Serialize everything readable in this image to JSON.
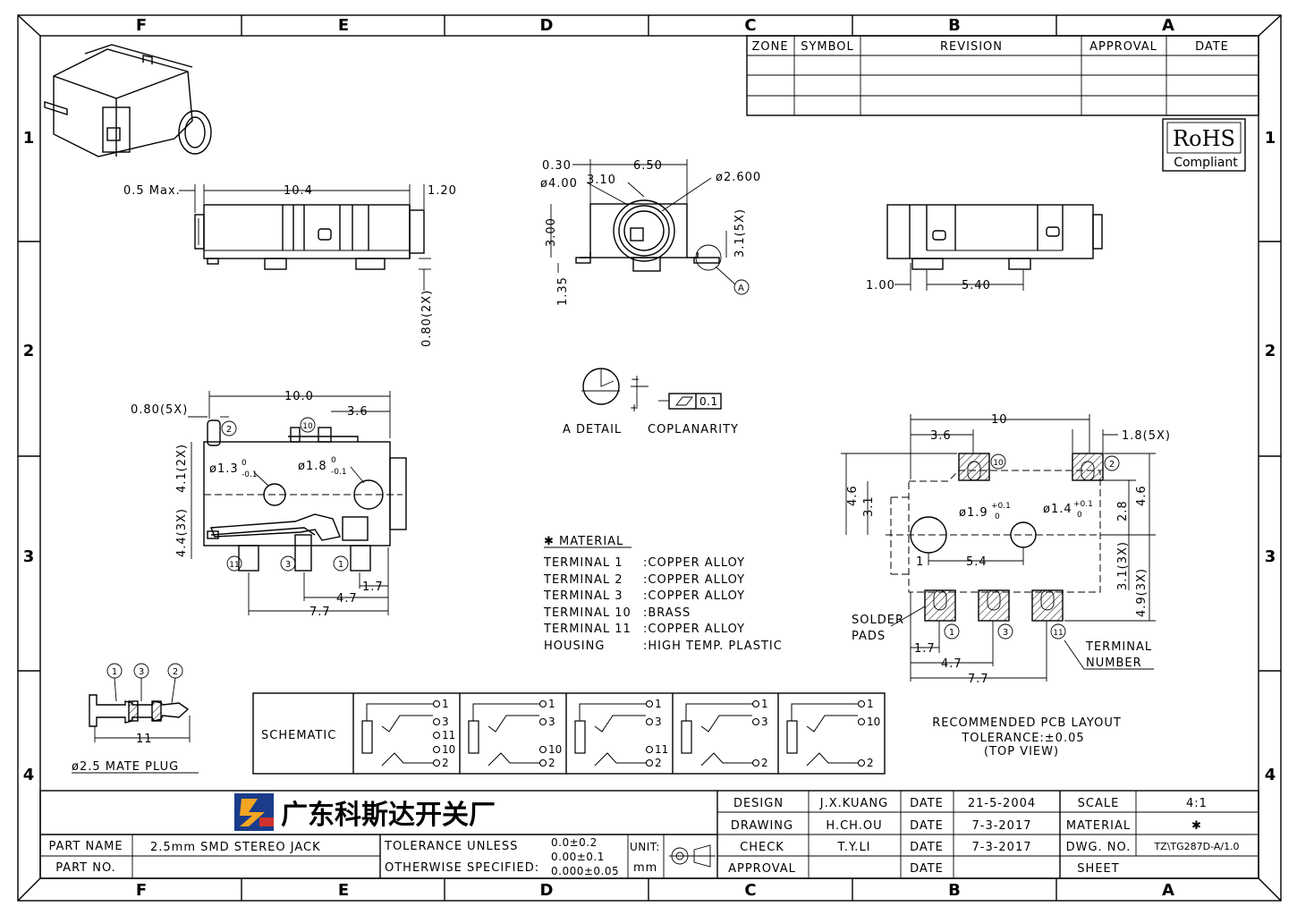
{
  "zones": {
    "columns": [
      "F",
      "E",
      "D",
      "C",
      "B",
      "A"
    ],
    "rows": [
      "1",
      "2",
      "3",
      "4"
    ]
  },
  "revision_table": {
    "headers": [
      "ZONE",
      "SYMBOL",
      "REVISION",
      "APPROVAL",
      "DATE"
    ]
  },
  "rohs": {
    "title": "RoHS",
    "subtitle": "Compliant"
  },
  "dims": {
    "front": {
      "max": "0.5 Max.",
      "len": "10.4",
      "right": "1.20",
      "pin": "0.80(2X)"
    },
    "side": {
      "a": "0.30",
      "b": "6.50",
      "c": "ø4.00",
      "d": "3.10",
      "e": "ø2.600",
      "h": "3.00",
      "f": "3.1(5X)",
      "g": "1.35",
      "ref": "A"
    },
    "back": {
      "a": "1.00",
      "b": "5.40"
    },
    "top": {
      "w": "10.0",
      "p": "0.80(5X)",
      "r": "3.6",
      "h1": "4.1(2X)",
      "h2": "4.4(3X)",
      "d1": "ø1.3",
      "d1tol_up": "0",
      "d1tol_dn": "-0.1",
      "d2": "ø1.8",
      "d2tol_up": "0",
      "d2tol_dn": "-0.1",
      "b1": "1.7",
      "b2": "4.7",
      "b3": "7.7"
    }
  },
  "detail": {
    "a": "A DETAIL",
    "coplanarity": "COPLANARITY",
    "tol": "0.1"
  },
  "material": {
    "title": "✱ MATERIAL",
    "rows": [
      {
        "name": "TERMINAL  1",
        "value": ":COPPER ALLOY"
      },
      {
        "name": "TERMINAL  2",
        "value": ":COPPER ALLOY"
      },
      {
        "name": "TERMINAL  3",
        "value": ":COPPER ALLOY"
      },
      {
        "name": "TERMINAL 10",
        "value": ":BRASS"
      },
      {
        "name": "TERMINAL 11",
        "value": ":COPPER ALLOY"
      },
      {
        "name": "HOUSING",
        "value": ":HIGH TEMP. PLASTIC"
      }
    ]
  },
  "pcb": {
    "w": "10",
    "a": "3.6",
    "b": "1.8(5X)",
    "h1": "4.6",
    "h2": "3.1",
    "h3": "4.6",
    "h4": "2.8",
    "d1": "ø1.9",
    "d1tol_up": "+0.1",
    "d1tol_dn": "0",
    "d2": "ø1.4",
    "d2tol_up": "+0.1",
    "d2tol_dn": "0",
    "v1": "3.1(3X)",
    "v2": "4.9(3X)",
    "one": "1",
    "mid": "5.4",
    "b1": "1.7",
    "b2": "4.7",
    "b3": "7.7",
    "solder": "SOLDER",
    "pads": "PADS",
    "terminal": "TERMINAL",
    "number": "NUMBER",
    "cap1": "RECOMMENDED PCB LAYOUT",
    "cap2": "TOLERANCE:±0.05",
    "cap3": "(TOP VIEW)"
  },
  "plug": {
    "len": "11",
    "label": "ø2.5 MATE PLUG"
  },
  "schematic": {
    "label": "SCHEMATIC"
  },
  "pins": {
    "p1": "1",
    "p2": "2",
    "p3": "3",
    "p10": "10",
    "p11": "11"
  },
  "title_block": {
    "company": "广东科斯达开关厂",
    "part_name_label": "PART NAME",
    "part_name": "2.5mm SMD STEREO JACK",
    "part_no_label": "PART NO.",
    "tol_label1": "TOLERANCE UNLESS",
    "tol_label2": "OTHERWISE SPECIFIED:",
    "tol1": "0.0±0.2",
    "tol2": "0.00±0.1",
    "tol3": "0.000±0.05",
    "unit_label": "UNIT:",
    "unit": "mm",
    "design_label": "DESIGN",
    "design": "J.X.KUANG",
    "design_date": "21-5-2004",
    "drawing_label": "DRAWING",
    "drawing": "H.CH.OU",
    "drawing_date": "7-3-2017",
    "check_label": "CHECK",
    "check": "T.Y.LI",
    "check_date": "7-3-2017",
    "approval_label": "APPROVAL",
    "date_label": "DATE",
    "scale_label": "SCALE",
    "scale": "4:1",
    "material_label": "MATERIAL",
    "material": "✱",
    "dwg_label": "DWG. NO.",
    "dwg": "TZ\\TG287D-A/1.0",
    "sheet_label": "SHEET"
  }
}
